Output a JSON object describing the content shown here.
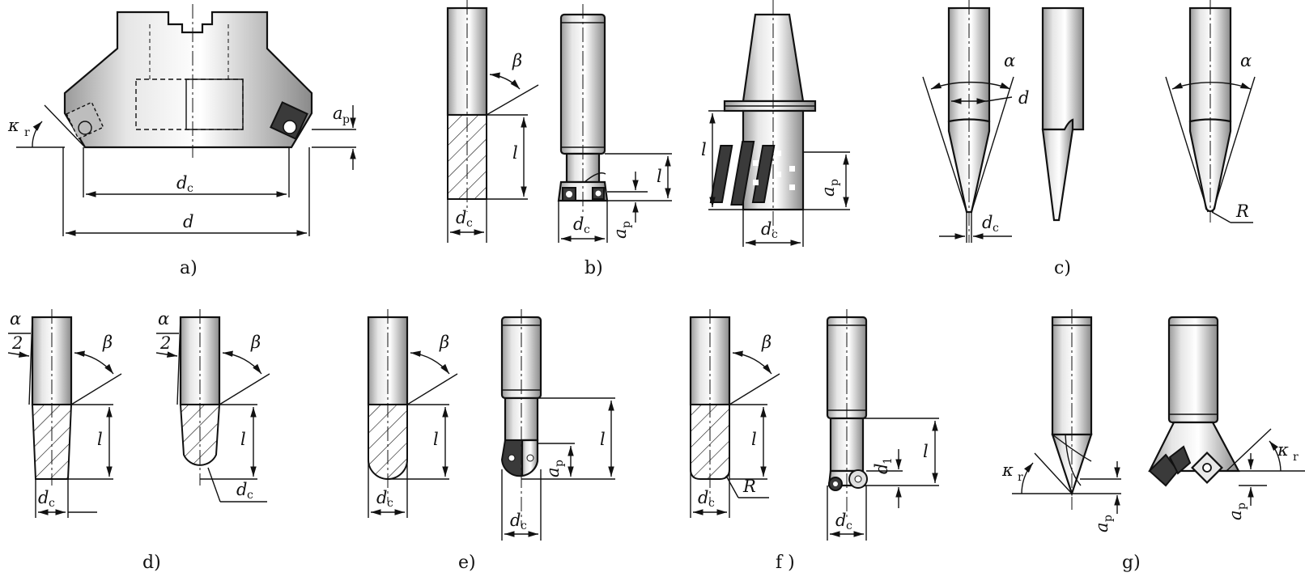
{
  "figure": {
    "panels": [
      {
        "id": "a",
        "caption": "a)",
        "dims": [
          "κ",
          "r",
          "a",
          "p",
          "d",
          "c",
          "d"
        ]
      },
      {
        "id": "b",
        "caption": "b)",
        "dims": [
          "β",
          "l",
          "d",
          "c",
          "l",
          "a",
          "p",
          "d",
          "c",
          "l",
          "a",
          "p",
          "d",
          "c"
        ]
      },
      {
        "id": "c",
        "caption": "c)",
        "dims": [
          "α",
          "d",
          "d",
          "c",
          "α",
          "R"
        ]
      },
      {
        "id": "d",
        "caption": "d)",
        "dims": [
          "α",
          "2",
          "β",
          "l",
          "d",
          "c",
          "α",
          "2",
          "β",
          "l",
          "d",
          "c"
        ]
      },
      {
        "id": "e",
        "caption": "e)",
        "dims": [
          "β",
          "l",
          "d",
          "c",
          "a",
          "p",
          "l",
          "d",
          "c"
        ]
      },
      {
        "id": "f",
        "caption": "f )",
        "dims": [
          "β",
          "l",
          "d",
          "c",
          "R",
          "d",
          "1",
          "l",
          "d",
          "c"
        ]
      },
      {
        "id": "g",
        "caption": "g)",
        "dims": [
          "κ",
          "r",
          "a",
          "p",
          "κ",
          "r",
          "a",
          "p"
        ]
      }
    ]
  }
}
